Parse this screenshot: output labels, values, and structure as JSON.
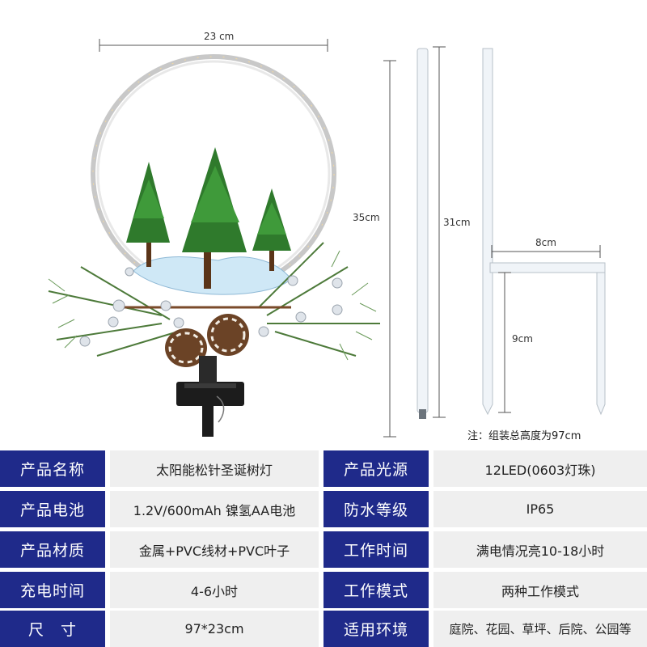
{
  "dimensions": {
    "ring_width": "23 cm",
    "total_height": "35cm",
    "pole_length": "31cm",
    "bracket_width": "8cm",
    "bracket_height": "9cm"
  },
  "note": "注：组装总高度为97cm",
  "specs": [
    {
      "key": "产品名称",
      "value": "太阳能松针圣诞树灯",
      "key2": "产品光源",
      "value2": "12LED(0603灯珠)"
    },
    {
      "key": "产品电池",
      "value": "1.2V/600mAh 镍氢AA电池",
      "key2": "防水等级",
      "value2": "IP65"
    },
    {
      "key": "产品材质",
      "value": "金属+PVC线材+PVC叶子",
      "key2": "工作时间",
      "value2": "满电情况亮10-18小时"
    },
    {
      "key": "充电时间",
      "value": "4-6小时",
      "key2": "工作模式",
      "value2": "两种工作模式"
    },
    {
      "key": "尺　寸",
      "value": "97*23cm",
      "key2": "适用环境",
      "value2": "庭院、花园、草坪、后院、公园等"
    }
  ],
  "colors": {
    "header_blue": "#1f2a8a",
    "value_gray": "#efefef"
  }
}
